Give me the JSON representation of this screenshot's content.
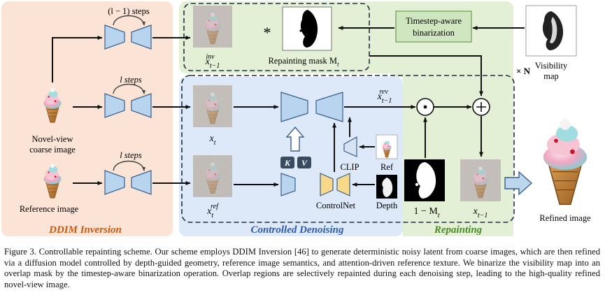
{
  "sections": {
    "inversion": "DDIM Inversion",
    "denoising": "Controlled Denoising",
    "repainting": "Repainting"
  },
  "steps": {
    "top": "(l − 1) steps",
    "middle": "l steps",
    "bottom": "l steps"
  },
  "inputs": {
    "novel_view_line1": "Novel-view",
    "novel_view_line2": "coarse image",
    "reference": "Reference image"
  },
  "latents": {
    "x_inv_base": "x",
    "x_inv_sub": "t−1",
    "x_inv_sup": "inv",
    "x_t_base": "x",
    "x_t_sub": "t",
    "x_ref_base": "x",
    "x_ref_sub": "t",
    "x_ref_sup": "ref",
    "x_rev_base": "x",
    "x_rev_sub": "t−1",
    "x_rev_sup": "rev",
    "x_prev_base": "x",
    "x_prev_sub": "t−1"
  },
  "mask": {
    "label": "Repainting mask M",
    "label_sub": "t",
    "star": "*",
    "inv_label_prefix": "1 − M",
    "inv_label_sub": "t"
  },
  "binarization": {
    "line1": "Timestep-aware",
    "line2": "binarization"
  },
  "visibility": {
    "line1": "Visibility",
    "line2": "map"
  },
  "times_n": "× N",
  "operators": {
    "multiply": "⊙",
    "add": "+"
  },
  "kv": {
    "k": "K",
    "v": "V"
  },
  "conditioning": {
    "clip": "CLIP",
    "ref": "Ref",
    "controlnet": "ControlNet",
    "depth": "Depth"
  },
  "output": {
    "label": "Refined image"
  },
  "caption": "Figure 3. Controllable repainting scheme. Our scheme employs DDIM Inversion [46] to generate deterministic noisy latent from coarse images, which are then refined via a diffusion model controlled by depth-guided geometry, reference image semantics, and attention-driven reference texture. We binarize the visibility map into an overlap mask by the timestep-aware binarization operation. Overlap regions are selectively repainted during each denoising step, leading to the high-quality refined novel-view image.",
  "colors": {
    "inversion_bg": "#fbe3d5",
    "denoise_bg": "#dde8f8",
    "repaint_bg": "#e4f0d6",
    "unet_fill": "#b8d4ee",
    "unet_stroke": "#3b5f8c",
    "controlnet_fill": "#f8d98a",
    "inversion_title": "#c55a11",
    "denoise_title": "#2e5aa8",
    "repaint_title": "#4e8a2a",
    "binarize_fill": "#cfe6c0",
    "binarize_stroke": "#6a9a50"
  }
}
